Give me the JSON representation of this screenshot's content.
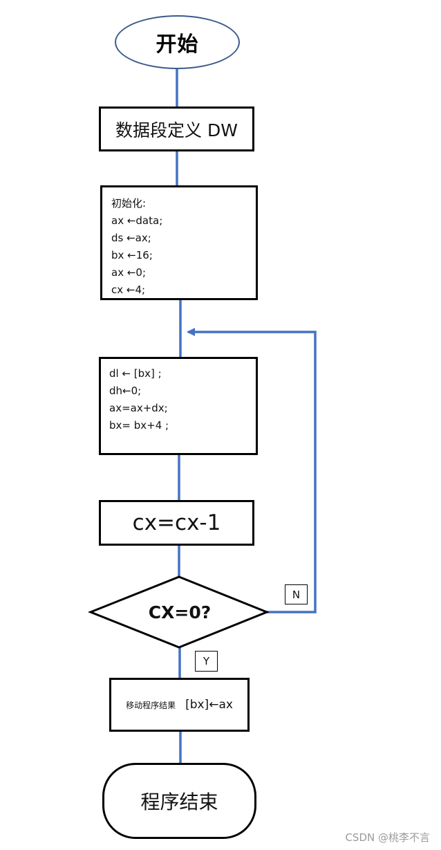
{
  "flow": {
    "start": "开始",
    "define": "数据段定义 DW",
    "init_lines": [
      "初始化:",
      "ax ←data;",
      "ds ←ax;",
      "bx ←16;",
      "ax ←0;",
      "cx ←4;"
    ],
    "loop_lines": [
      "dl ← [bx] ;",
      "dh←0;",
      "ax=ax+dx;",
      "bx= bx+4 ;"
    ],
    "decrement": "cx=cx-1",
    "condition": "CX=0?",
    "no_label": "N",
    "yes_label": "Y",
    "store_desc": "移动程序结果",
    "store_code": "[bx]←ax",
    "end": "程序结束"
  },
  "watermark": "CSDN @桃李不言",
  "colors": {
    "connector": "#4472c4",
    "outline": "#000000",
    "start_outline": "#3a5a8c"
  }
}
